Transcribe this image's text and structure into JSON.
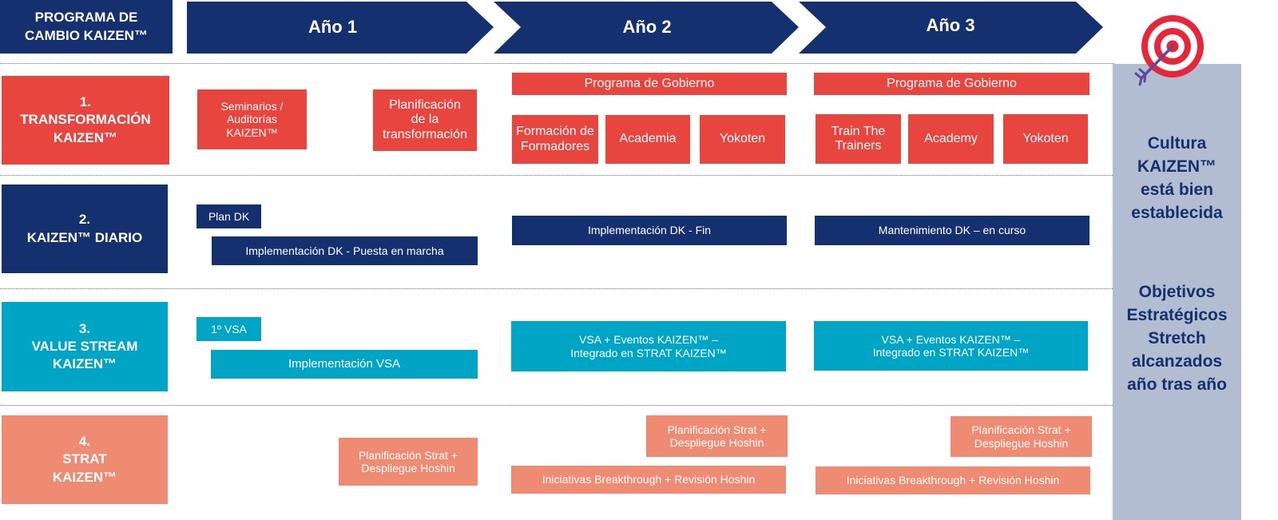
{
  "header": {
    "program_title": "PROGRAMA DE\nCAMBIO KAIZEN™",
    "years": [
      "Año 1",
      "Año 2",
      "Año 3"
    ]
  },
  "rows": [
    {
      "label": "1.\nTRANSFORMACIÓN\nKAIZEN™",
      "color": "#e8453f"
    },
    {
      "label": "2.\nKAIZEN™ DIARIO",
      "color": "#14306e"
    },
    {
      "label": "3.\nVALUE STREAM\nKAIZEN™",
      "color": "#00a4c4"
    },
    {
      "label": "4.\nSTRAT\nKAIZEN™",
      "color": "#ef8a73"
    }
  ],
  "row1": {
    "seminarios": "Seminarios /\nAuditorías\nKAIZEN™",
    "planificacion": "Planificación\nde la\ntransformación",
    "y2_gobierno": "Programa de Gobierno",
    "y2_formacion": "Formación de\nFormadores",
    "y2_academia": "Academia",
    "y2_yokoten": "Yokoten",
    "y3_gobierno": "Programa de Gobierno",
    "y3_train": "Train The\nTrainers",
    "y3_academy": "Academy",
    "y3_yokoten": "Yokoten"
  },
  "row2": {
    "plan_dk": "Plan DK",
    "impl_puesta": "Implementación DK - Puesta en marcha",
    "impl_fin": "Implementación DK - Fin",
    "mantenimiento": "Mantenimiento DK – en curso"
  },
  "row3": {
    "vsa1": "1º VSA",
    "impl_vsa": "Implementación VSA",
    "y2_vsa": "VSA + Eventos KAIZEN™ –\nIntegrado en STRAT KAIZEN™",
    "y3_vsa": "VSA + Eventos KAIZEN™ –\nIntegrado en STRAT KAIZEN™"
  },
  "row4": {
    "y1_plan": "Planificación Strat +\nDespliegue Hoshin",
    "y2_plan": "Planificación Strat +\nDespliegue Hoshin",
    "y2_iniciativas": "Iniciativas Breakthrough + Revisión Hoshin",
    "y3_plan": "Planificación Strat +\nDespliegue Hoshin",
    "y3_iniciativas": "Iniciativas Breakthrough + Revisión Hoshin"
  },
  "outcomes": {
    "culture": "Cultura\nKAIZEN™\nestá bien\nestablecida",
    "objectives": "Objetivos\nEstratégicos\nStretch\nalcanzados\naño tras año"
  },
  "icons": {
    "target": "target-icon"
  },
  "colors": {
    "red": "#e8453f",
    "navy": "#14306e",
    "cyan": "#00a4c4",
    "salmon": "#ef8a73",
    "panel": "#b3bdd2"
  }
}
